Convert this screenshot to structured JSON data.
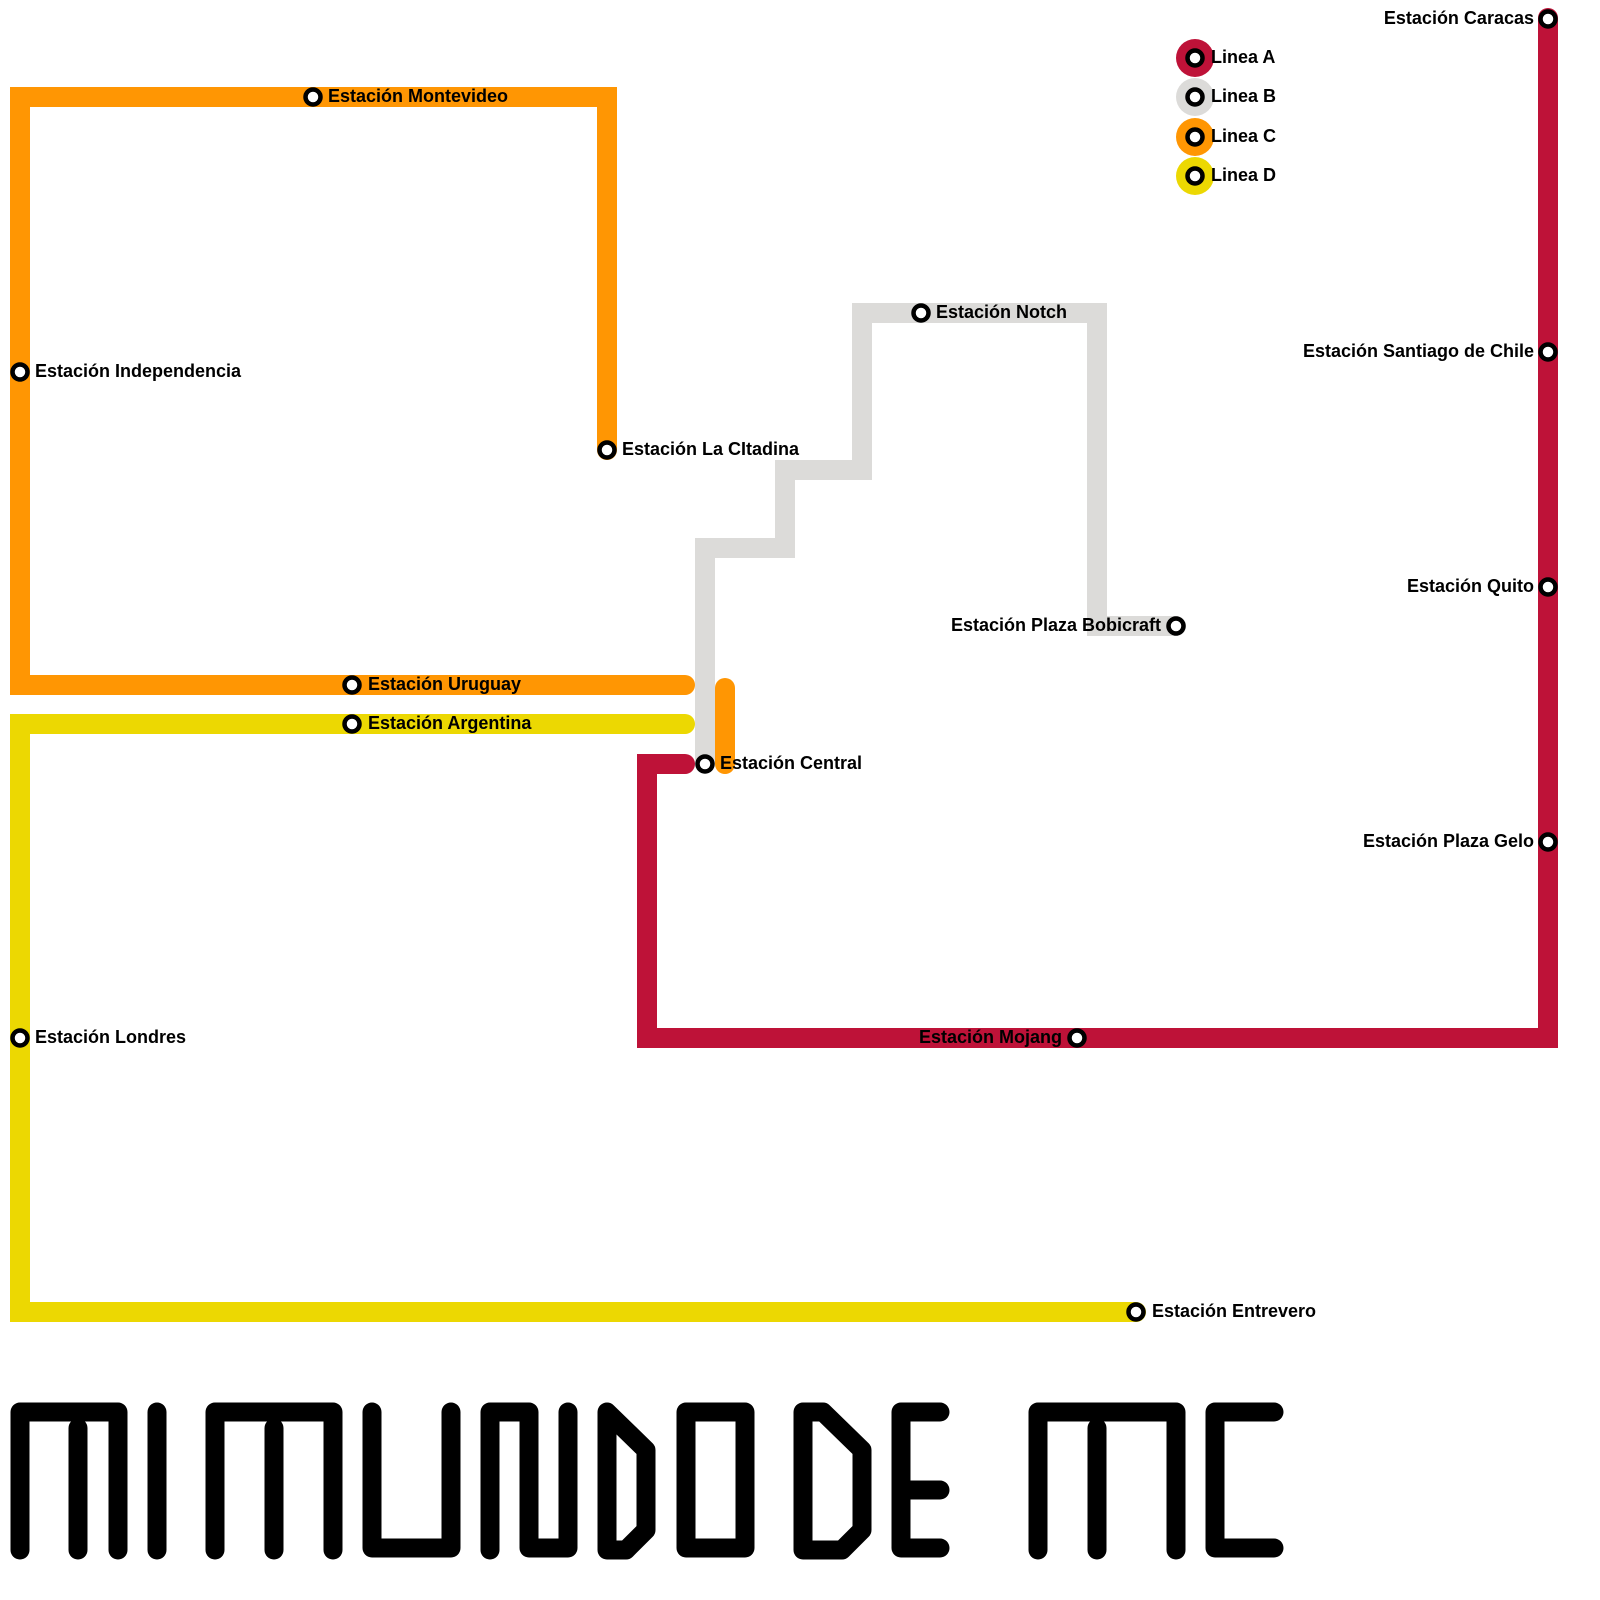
{
  "title": "MI MUNDO DE MC",
  "legend": [
    {
      "label": "Linea A",
      "color": "#BE1238"
    },
    {
      "label": "Linea B",
      "color": "#DCDBD9"
    },
    {
      "label": "Linea C",
      "color": "#FF9603"
    },
    {
      "label": "Linea D",
      "color": "#ECD802"
    }
  ],
  "lines": {
    "A": {
      "color": "#BE1238"
    },
    "B": {
      "color": "#DCDBD9"
    },
    "C": {
      "color": "#FF9603"
    },
    "D": {
      "color": "#ECD802"
    }
  },
  "stations": {
    "caracas": "Estación Caracas",
    "santiago": "Estación Santiago de Chile",
    "quito": "Estación Quito",
    "plaza_gelo": "Estación Plaza Gelo",
    "mojang": "Estación Mojang",
    "central": "Estación Central",
    "notch": "Estación Notch",
    "plaza_bobicraft": "Estación Plaza Bobicraft",
    "montevideo": "Estación Montevideo",
    "independencia": "Estación Independencia",
    "la_citadina": "Estación La CItadina",
    "uruguay": "Estación Uruguay",
    "argentina": "Estación Argentina",
    "londres": "Estación Londres",
    "entrevero": "Estación Entrevero"
  }
}
